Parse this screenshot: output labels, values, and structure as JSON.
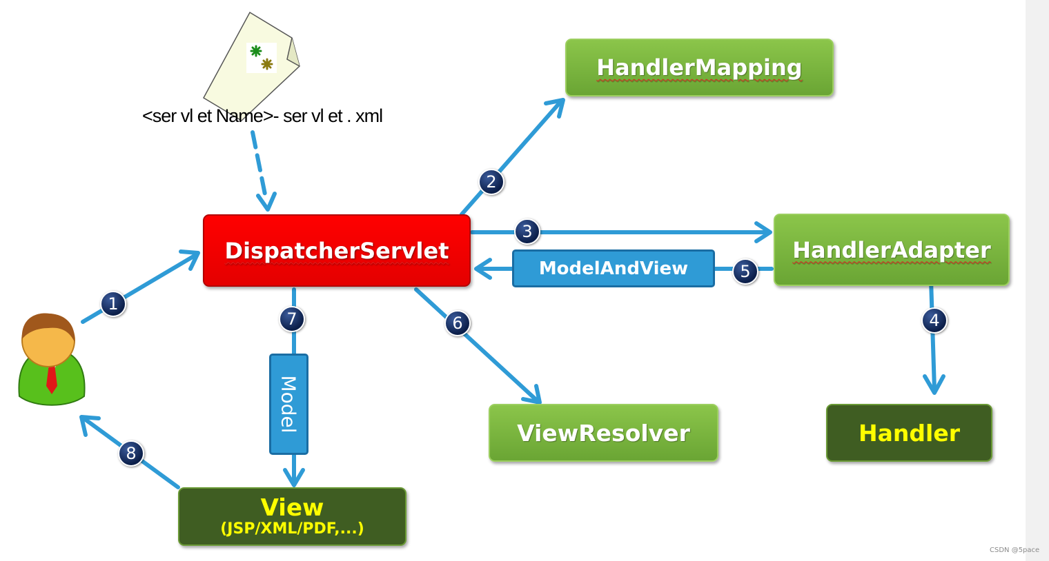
{
  "config_file": {
    "label": "<ser vl et Name>- ser vl et . xml",
    "icon": "document-icon"
  },
  "components": {
    "dispatcher_servlet": "DispatcherServlet",
    "handler_mapping": "HandlerMapping",
    "handler_adapter": "HandlerAdapter",
    "handler": "Handler",
    "view_resolver": "ViewResolver",
    "view": "View",
    "view_formats": "(JSP/XML/PDF,...)"
  },
  "flow_labels": {
    "model_and_view": "ModelAndView",
    "model": "Model"
  },
  "steps": [
    "1",
    "2",
    "3",
    "4",
    "5",
    "6",
    "7",
    "8"
  ],
  "user": {
    "icon": "user-icon"
  },
  "watermark": "CSDN @5pace",
  "colors": {
    "arrow": "#2f9bd6",
    "dispatcher": "#ff0000",
    "light_green": "#7cb342",
    "dark_green": "#3f5d22",
    "dark_green_text": "#ffff00",
    "step_badge": "#0c1f4a"
  }
}
